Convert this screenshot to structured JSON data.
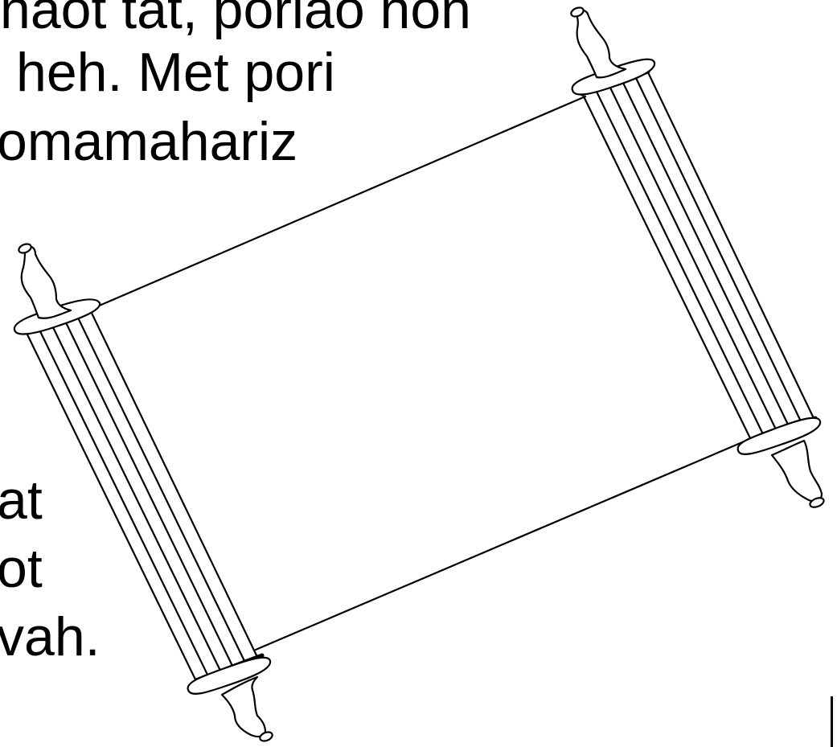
{
  "slide": {
    "text_lines": [
      "naot tat, poriao non",
      " heh. Met pori",
      "omamahariz",
      "at",
      "ot",
      "vah."
    ]
  },
  "illustration": {
    "icon": "scroll-icon",
    "stroke_color": "#000000",
    "fill_color": "#ffffff"
  }
}
